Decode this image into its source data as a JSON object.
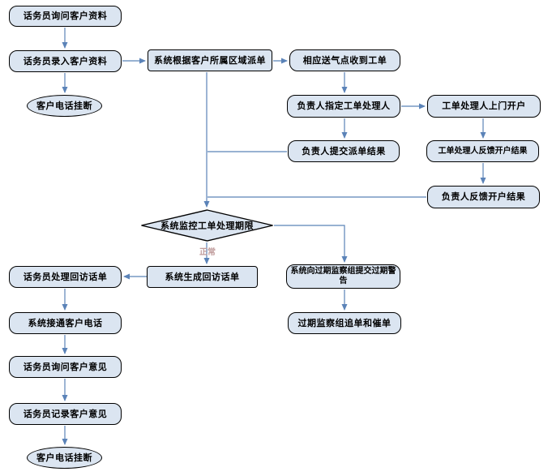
{
  "diagram": {
    "normal_label": "正常",
    "nodes": [
      {
        "id": "operator-ask-customer-info",
        "shape": "rounded",
        "label": "话务员询问客户资料"
      },
      {
        "id": "operator-enter-customer-info",
        "shape": "rounded",
        "label": "话务员录入客户资料"
      },
      {
        "id": "customer-hangup-1",
        "shape": "ellipse",
        "label": "客户电话挂断"
      },
      {
        "id": "system-dispatch-by-region",
        "shape": "rect",
        "label": "系统根据客户所属区域派单"
      },
      {
        "id": "gas-station-receive-workorder",
        "shape": "rounded",
        "label": "相应送气点收到工单"
      },
      {
        "id": "manager-assign-handler",
        "shape": "rounded",
        "label": "负责人指定工单处理人"
      },
      {
        "id": "handler-onsite-account-opening",
        "shape": "rounded",
        "label": "工单处理人上门开户"
      },
      {
        "id": "manager-submit-dispatch-result",
        "shape": "rounded",
        "label": "负责人提交派单结果"
      },
      {
        "id": "handler-feedback-opening-result",
        "shape": "rounded",
        "label": "工单处理人反馈开户结果"
      },
      {
        "id": "manager-feedback-opening-result",
        "shape": "rounded",
        "label": "负责人反馈开户结果"
      },
      {
        "id": "system-monitor-deadline",
        "shape": "diamond",
        "label": "系统监控工单处理期限"
      },
      {
        "id": "operator-handle-callback-ticket",
        "shape": "rounded",
        "label": "话务员处理回访话单"
      },
      {
        "id": "system-generate-callback-ticket",
        "shape": "rect",
        "label": "系统生成回访话单"
      },
      {
        "id": "system-submit-overdue-warning",
        "shape": "rounded",
        "label": "系统向过期监察组提交过期警告"
      },
      {
        "id": "overdue-group-chase-urge",
        "shape": "rounded",
        "label": "过期监察组追单和催单"
      },
      {
        "id": "system-connect-customer-call",
        "shape": "rounded",
        "label": "系统接通客户电话"
      },
      {
        "id": "operator-ask-customer-opinion",
        "shape": "rounded",
        "label": "话务员询问客户意见"
      },
      {
        "id": "operator-record-customer-opinion",
        "shape": "rounded",
        "label": "话务员记录客户意见"
      },
      {
        "id": "customer-hangup-2",
        "shape": "ellipse",
        "label": "客户电话挂断"
      }
    ]
  },
  "colors": {
    "node_fill": "#dbe5f1",
    "node_border": "#000000",
    "connector": "#5b83b8",
    "normal_label": "#c09c9c"
  }
}
